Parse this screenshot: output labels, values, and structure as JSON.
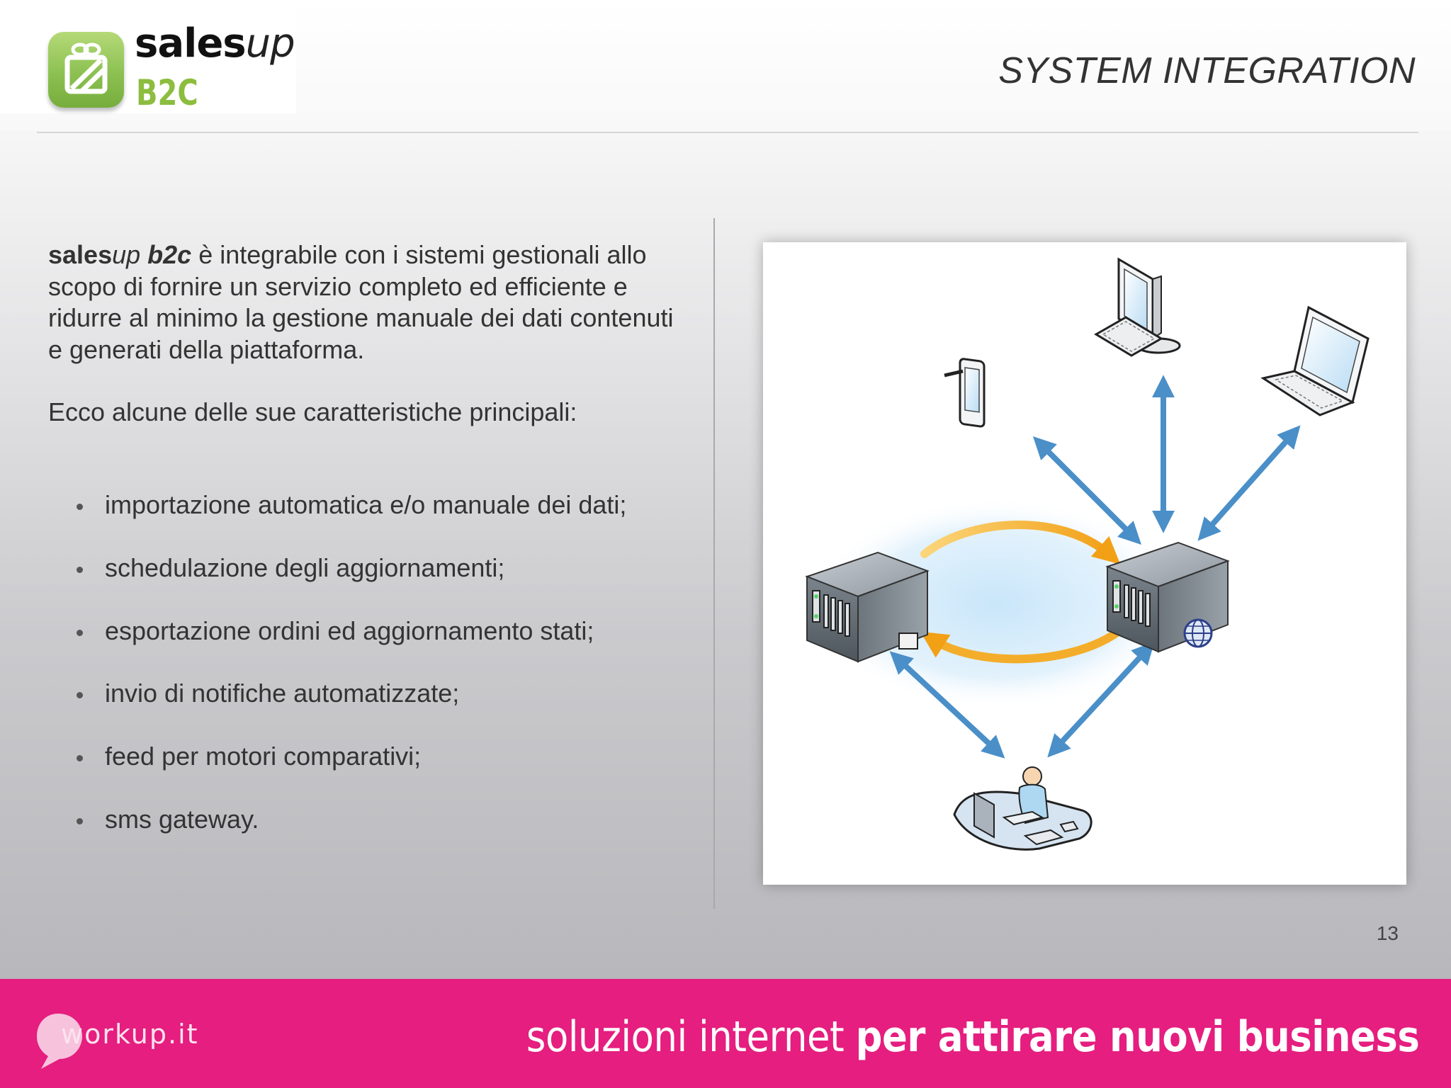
{
  "header": {
    "logo": {
      "word_bold": "sales",
      "word_italic": "up",
      "sub": "B2C",
      "icon": "gift-icon"
    },
    "title": "SYSTEM INTEGRATION"
  },
  "body": {
    "intro": {
      "brand_bold": "sales",
      "brand_italic": "up",
      "brand_suffix": "b2c",
      "text": " è integrabile con i sistemi gestionali allo scopo di fornire un servizio completo ed efficiente e ridurre al minimo la gestione manuale dei dati contenuti e generati della piattaforma."
    },
    "features_lead": "Ecco alcune delle sue caratteristiche principali:",
    "features": [
      "importazione automatica e/o manuale dei dati;",
      "schedulazione degli aggiornamenti;",
      "esportazione ordini ed aggiornamento stati;",
      "invio di notifiche automatizzate;",
      "feed per motori comparativi;",
      "sms gateway."
    ]
  },
  "diagram": {
    "icons": [
      "smartphone-icon",
      "desktop-computer-icon",
      "laptop-icon",
      "server-icon",
      "web-server-icon",
      "operator-workstation-icon"
    ],
    "colors": {
      "arrow_blue": "#4a8fc8",
      "sync_arrow_orange": "#f3a21b",
      "glow": "#cfe8f8"
    }
  },
  "page_number": "13",
  "footer": {
    "logo_text": "workup.it",
    "logo_icon": "speech-bubble-icon",
    "slogan_regular": "soluzioni internet ",
    "slogan_bold": "per attirare nuovi business",
    "background_color": "#e51e7f"
  }
}
